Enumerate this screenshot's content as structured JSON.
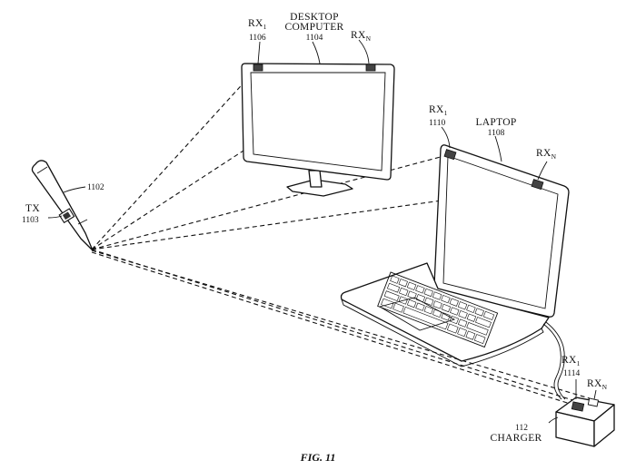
{
  "figure": {
    "caption": "FIG. 11"
  },
  "desktop": {
    "title_line1": "DESKTOP",
    "title_line2": "COMPUTER",
    "ref": "1104",
    "rx1_main": "RX",
    "rx1_sub": "1",
    "rx1_ref": "1106",
    "rxn_main": "RX",
    "rxn_sub": "N"
  },
  "laptop": {
    "title": "LAPTOP",
    "ref": "1108",
    "rx1_main": "RX",
    "rx1_sub": "1",
    "rx1_ref": "1110",
    "rxn_main": "RX",
    "rxn_sub": "N"
  },
  "stylus": {
    "ref": "1102",
    "tx_label": "TX",
    "tx_ref": "1103"
  },
  "charger": {
    "ref": "112",
    "title": "CHARGER",
    "rx1_main": "RX",
    "rx1_sub": "1",
    "rx1_ref": "1114",
    "rxn_main": "RX",
    "rxn_sub": "N"
  }
}
